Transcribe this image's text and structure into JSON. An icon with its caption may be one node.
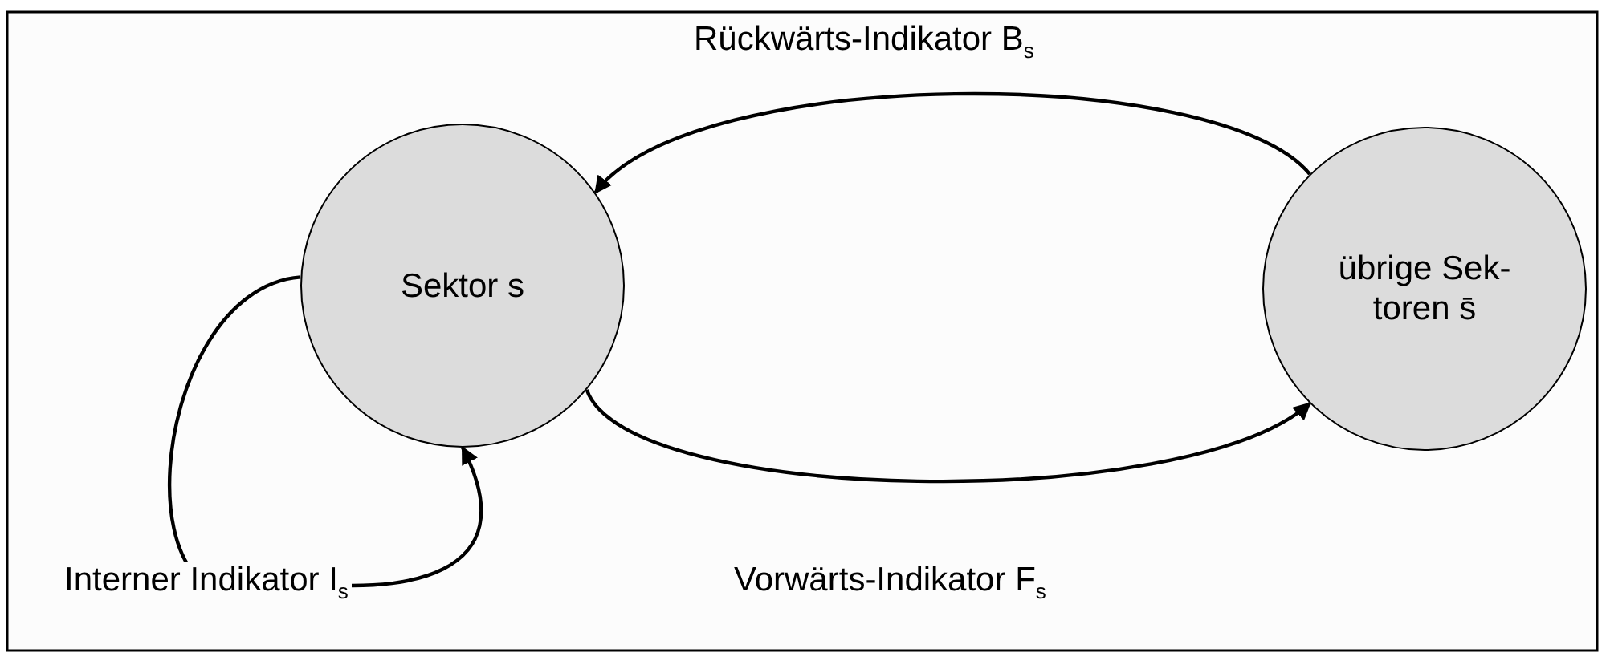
{
  "diagram": {
    "nodes": [
      {
        "text": [
          "Sektor s"
        ]
      },
      {
        "text": [
          "übrige Sek- toren s̄"
        ]
      }
    ],
    "edges": [
      {
        "from": 1,
        "to": 0,
        "arrow": "to",
        "label": "Rückwärts-Indikator B$_{s}$"
      },
      {
        "from": 0,
        "to": 1,
        "arrow": "to",
        "label": "Vorwärts-Indikator F$_{s}$"
      },
      {
        "from": 0,
        "to": 0,
        "arrow": "to",
        "label": "Interner Indikator I$_{s}$"
      }
    ]
  }
}
